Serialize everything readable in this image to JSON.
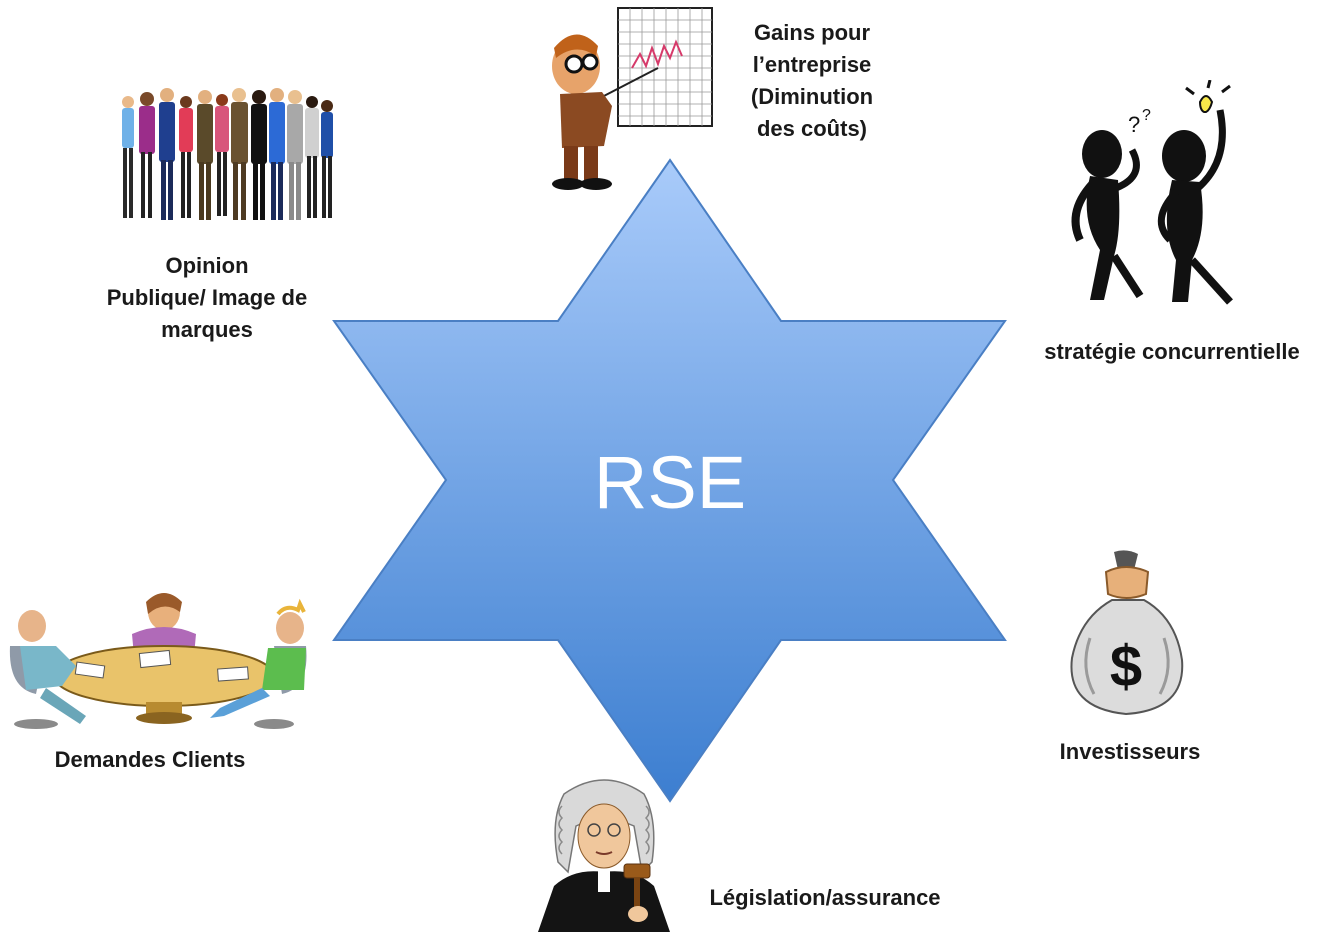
{
  "center": {
    "label": "RSE"
  },
  "nodes": {
    "gains": {
      "lines": [
        "Gains pour",
        "l’entreprise",
        "(Diminution",
        "des coûts)"
      ],
      "icon": "presenter-chart-icon"
    },
    "opinion": {
      "lines": [
        "Opinion",
        "Publique/ Image de",
        "marques"
      ],
      "icon": "crowd-people-icon"
    },
    "strategie": {
      "lines": [
        "stratégie concurrentielle"
      ],
      "icon": "thinking-figures-icon"
    },
    "clients": {
      "lines": [
        "Demandes Clients"
      ],
      "icon": "meeting-table-icon"
    },
    "investisseurs": {
      "lines": [
        "Investisseurs"
      ],
      "icon": "money-bag-icon"
    },
    "legislation": {
      "lines": [
        "Législation/assurance"
      ],
      "icon": "judge-gavel-icon"
    }
  },
  "colors": {
    "star_top": "#a9cbfa",
    "star_bottom": "#3c7ed0",
    "star_stroke": "#4a7fc4",
    "text": "#1a1a1a"
  }
}
